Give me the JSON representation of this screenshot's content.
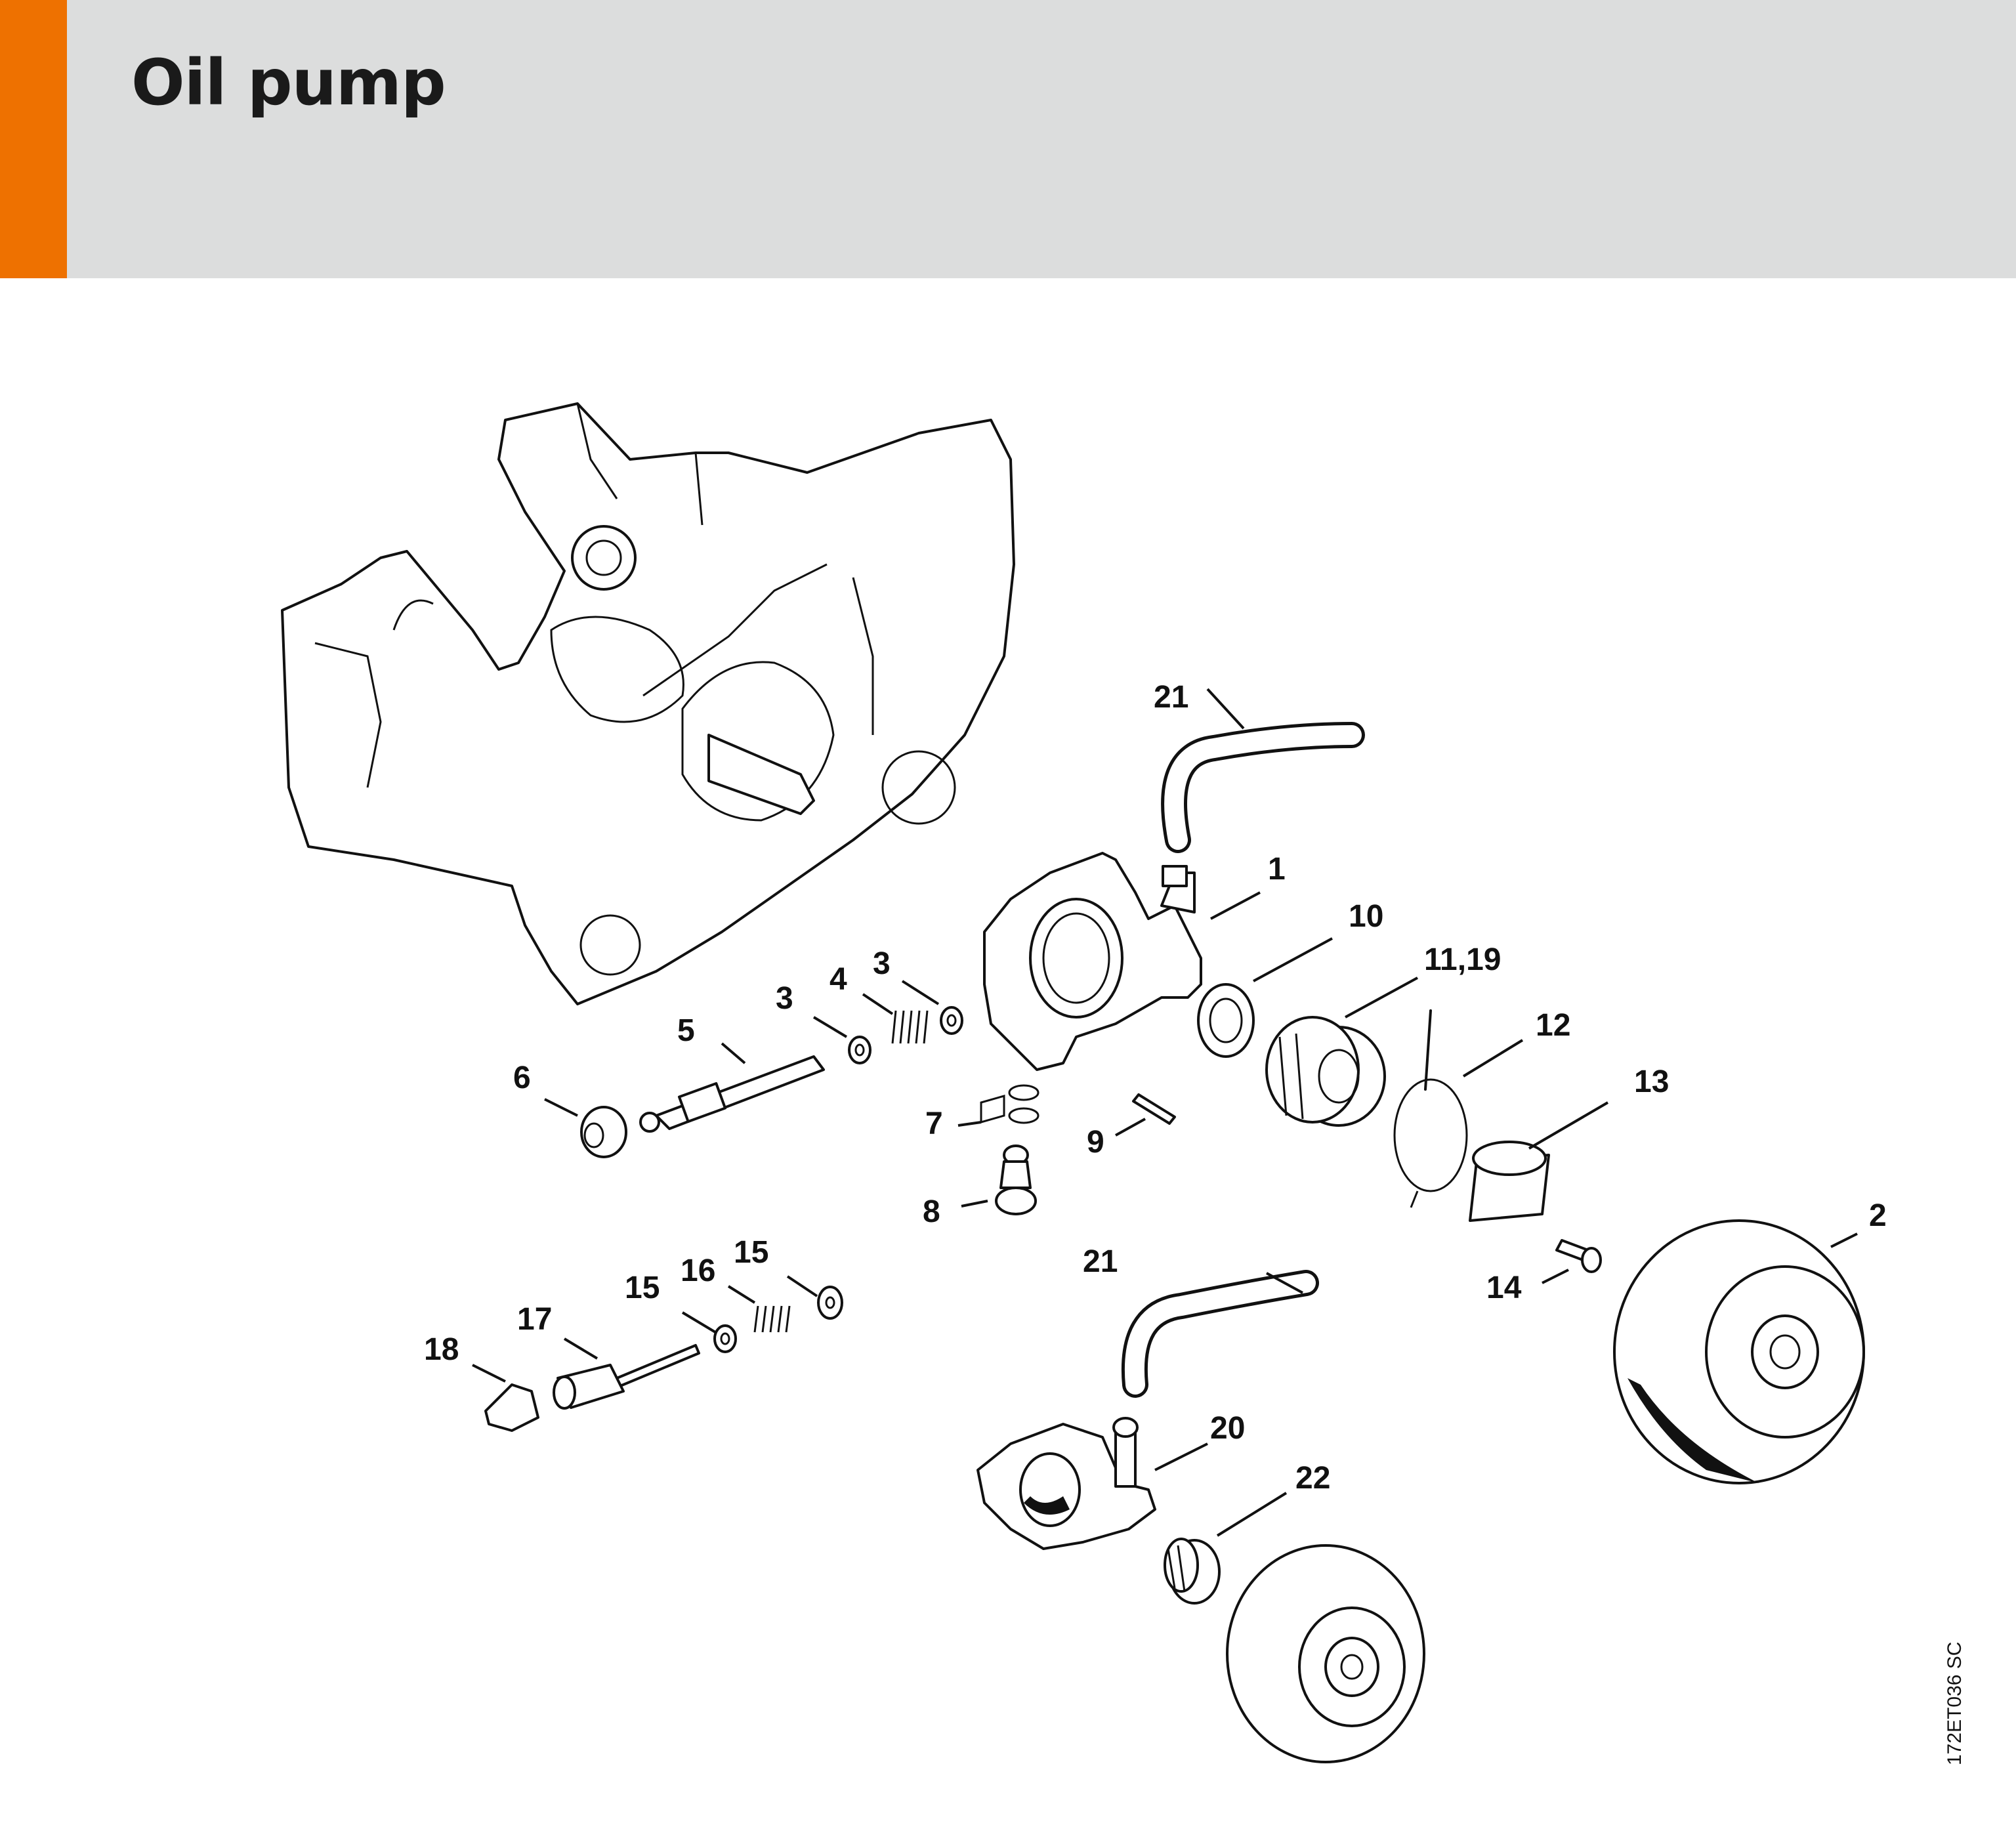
{
  "header": {
    "title": "Oil pump",
    "accent_color": "#ee7100",
    "background_color": "#dcdddd"
  },
  "diagram": {
    "reference_code": "172ET036 SC",
    "callouts": [
      {
        "label": "21"
      },
      {
        "label": "1"
      },
      {
        "label": "10"
      },
      {
        "label": "11,19"
      },
      {
        "label": "12"
      },
      {
        "label": "13"
      },
      {
        "label": "2"
      },
      {
        "label": "3"
      },
      {
        "label": "4"
      },
      {
        "label": "3"
      },
      {
        "label": "5"
      },
      {
        "label": "6"
      },
      {
        "label": "7"
      },
      {
        "label": "9"
      },
      {
        "label": "8"
      },
      {
        "label": "14"
      },
      {
        "label": "21"
      },
      {
        "label": "15"
      },
      {
        "label": "16"
      },
      {
        "label": "15"
      },
      {
        "label": "17"
      },
      {
        "label": "18"
      },
      {
        "label": "20"
      },
      {
        "label": "22"
      }
    ]
  }
}
